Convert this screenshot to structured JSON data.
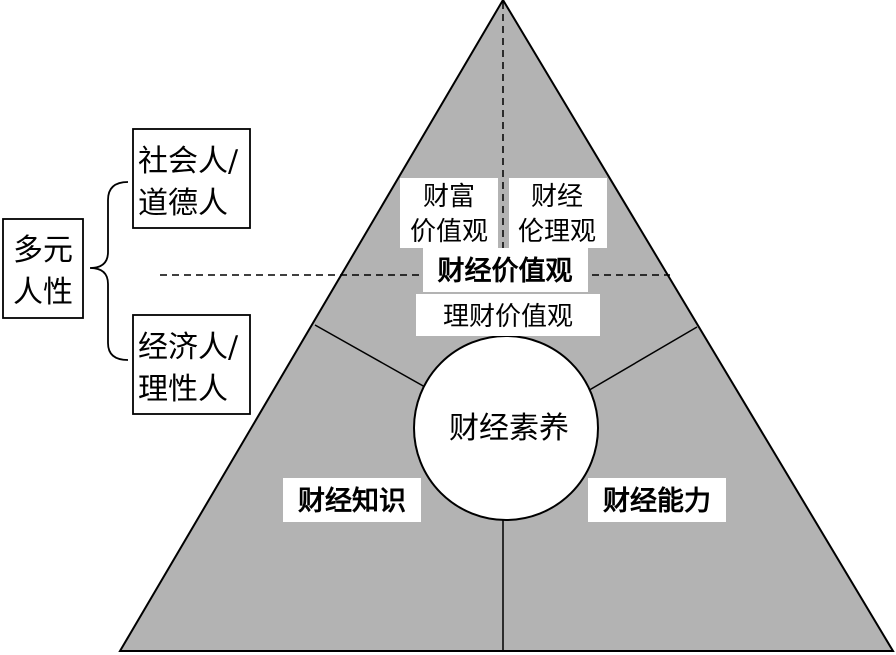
{
  "diagram": {
    "left_group": {
      "root_lines": [
        "多元",
        "人性"
      ],
      "branch_top_lines": [
        "社会人/",
        "道德人"
      ],
      "branch_bottom_lines": [
        "经济人/",
        "理性人"
      ]
    },
    "pyramid": {
      "apex_left_lines": [
        "财富",
        "价值观"
      ],
      "apex_right_lines": [
        "财经",
        "伦理观"
      ],
      "values_label": "财经价值观",
      "finance_values_label": "理财价值观",
      "center_label": "财经素养",
      "left_label": "财经知识",
      "right_label": "财经能力"
    }
  }
}
